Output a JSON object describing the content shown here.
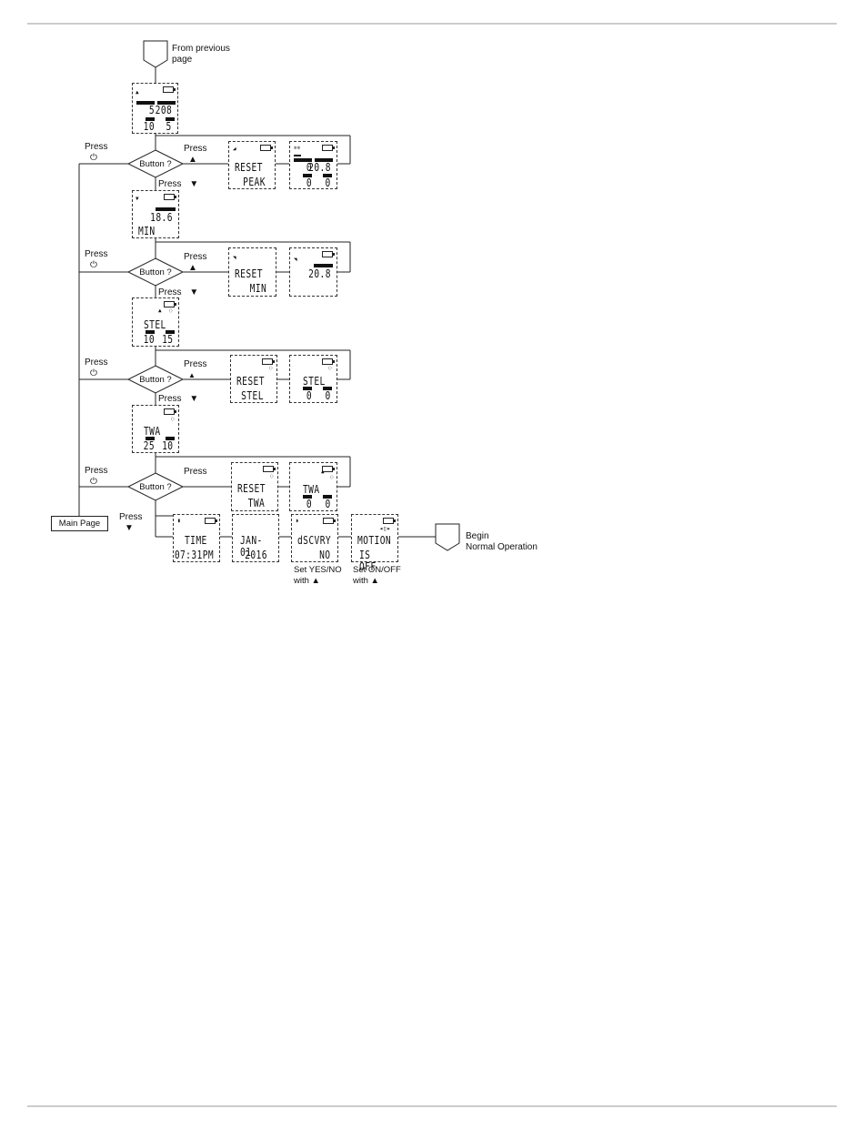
{
  "connectors": {
    "from_previous": "From previous\npage",
    "begin_normal": "Begin\nNormal Operation"
  },
  "main_page": "Main Page",
  "decision_label": "Button ?",
  "press": "Press",
  "icons": {
    "up": "▲",
    "down": "▼",
    "power": "⏻"
  },
  "screens": {
    "peak": {
      "top_left": "5",
      "top_right": "208",
      "bot_left": "10",
      "bot_right": "5"
    },
    "reset_peak": {
      "l1": "RESET",
      "l2": "PEAK"
    },
    "peak_zero": {
      "top_left": "0",
      "top_right": "20.8",
      "bot_left": "0",
      "bot_right": "0"
    },
    "min": {
      "value": "18.6",
      "label": "MIN"
    },
    "reset_min": {
      "l1": "RESET",
      "l2": "MIN"
    },
    "min_after": {
      "value": "20.8"
    },
    "stel": {
      "label": "STEL",
      "bot_left": "10",
      "bot_right": "15"
    },
    "reset_stel": {
      "l1": "RESET",
      "l2": "STEL"
    },
    "stel_zero": {
      "label": "STEL",
      "bot_left": "0",
      "bot_right": "0"
    },
    "twa": {
      "label": "TWA",
      "bot_left": "25",
      "bot_right": "10"
    },
    "reset_twa": {
      "l1": "RESET",
      "l2": "TWA"
    },
    "twa_zero": {
      "label": "TWA",
      "bot_left": "0",
      "bot_right": "0"
    },
    "time": {
      "l1": "TIME",
      "l2": "07:31PM"
    },
    "date": {
      "l1": "JAN-01",
      "l2": "2016"
    },
    "discovery": {
      "l1": "dSCVRY",
      "l2": "NO"
    },
    "motion": {
      "l1": "MOTION",
      "l2": "IS OFF"
    }
  },
  "notes": {
    "discovery": "Set YES/NO\nwith ▲",
    "motion": "Set ON/OFF\nwith ▲"
  }
}
